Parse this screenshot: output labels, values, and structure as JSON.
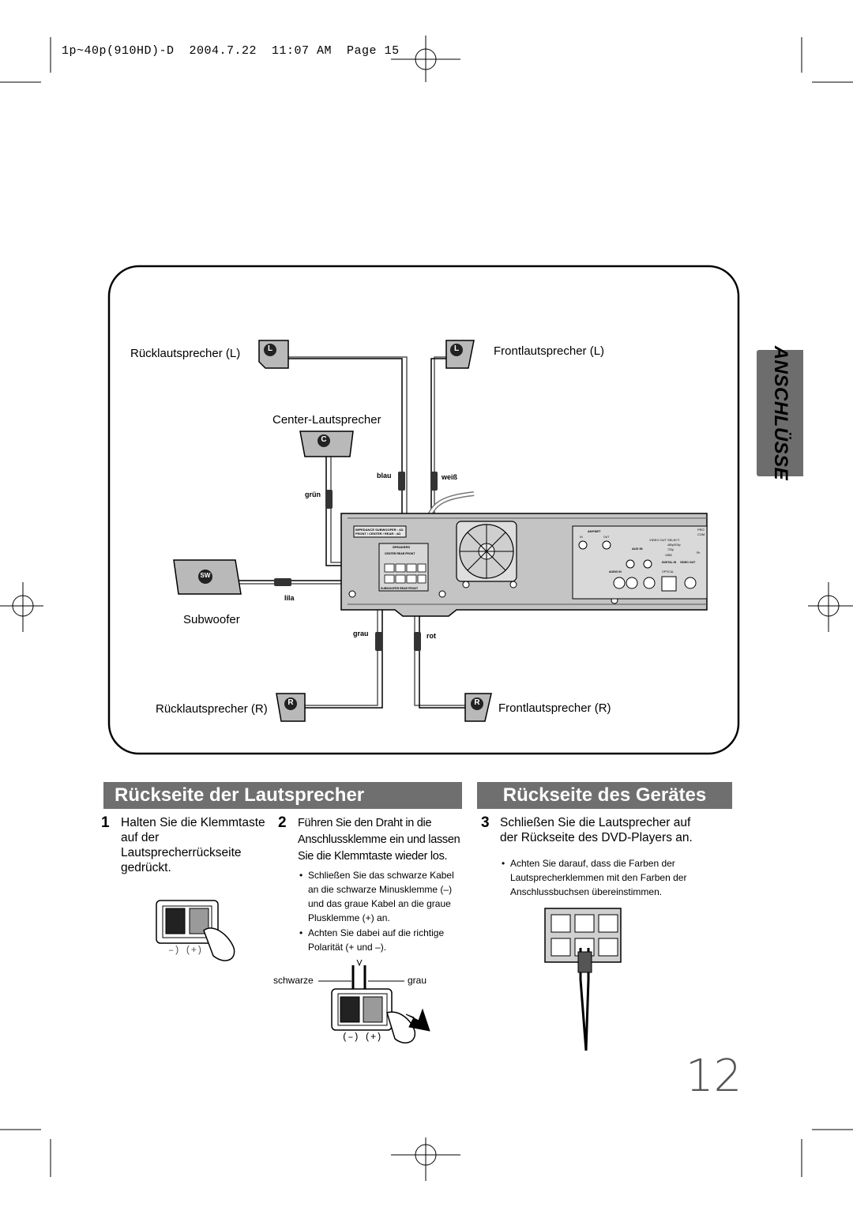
{
  "print_header": "1p~40p(910HD)-D  2004.7.22  11:07 AM  Page 15",
  "side_tab": "ANSCHLÜSSE",
  "diagram": {
    "rear_left_label": "Rücklautsprecher (L)",
    "front_left_label": "Frontlautsprecher (L)",
    "center_label": "Center-Lautsprecher",
    "subwoofer_label": "Subwoofer",
    "rear_right_label": "Rücklautsprecher (R)",
    "front_right_label": "Frontlautsprecher (R)",
    "badges": {
      "left": "L",
      "center": "C",
      "sub": "SW",
      "right": "R"
    },
    "wire_colors": {
      "blue": "blau",
      "white": "weiß",
      "green": "grün",
      "purple": "lila",
      "gray": "grau",
      "red": "rot"
    },
    "unit_labels": {
      "speakers": "SPEAKERS",
      "center": "CENTER",
      "rear": "REAR",
      "front": "FRONT",
      "subwoofer": "SUBWOOFER",
      "impedance": "IMPEDANCE",
      "impedance_sub": "SUBWOOFER : 4Ω",
      "impedance_front": "FRONT / CENTER / REAR : 4Ω",
      "anynet": "ANYNET",
      "anynet_in": "IN",
      "anynet_out": "OUT",
      "aux_in": "AUX IN",
      "video_out_select": "VIDEO OUT SELECT",
      "res_480": "480p/576p",
      "res_720": "720p",
      "res_1080": "1080i",
      "digital_in": "DIGITAL IN",
      "video_out": "VIDEO OUT",
      "optical": "OPTICAL",
      "audio_in": "AUDIO IN",
      "pro": "PRO",
      "com": "COM",
      "pb": "Pb"
    }
  },
  "left_section": {
    "title": "Rückseite der Lautsprecher",
    "step1": {
      "num": "1",
      "lines": [
        "Halten Sie die Klemmtaste",
        "auf der",
        "Lautsprecherrückseite",
        "gedrückt."
      ]
    },
    "step2": {
      "num": "2",
      "lines": [
        "Führen Sie den Draht in die",
        "Anschlussklemme ein und lassen",
        "Sie die Klemmtaste wieder los."
      ],
      "bullets": [
        [
          "Schließen Sie das schwarze Kabel",
          "an die schwarze Minusklemme (–)",
          "und das graue Kabel an die graue",
          "Plusklemme (+) an."
        ],
        [
          "Achten Sie dabei auf die richtige",
          "Polarität (+ und –)."
        ]
      ]
    },
    "polarity_label": "–) (+)",
    "polarity_label_full": "(–) (+)",
    "black_label": "schwarze",
    "gray_label": "grau"
  },
  "right_section": {
    "title": "Rückseite des Gerätes",
    "step3": {
      "num": "3",
      "lines": [
        "Schließen Sie die Lautsprecher auf",
        "der Rückseite des DVD-Players an."
      ],
      "bullets": [
        [
          "Achten Sie darauf, dass die Farben der",
          "Lautsprecherklemmen mit den Farben der",
          "Anschlussbuchsen übereinstimmen."
        ]
      ]
    }
  },
  "page_number": "12",
  "colors": {
    "band": "#6f6f6f",
    "tab": "#6d6d6d",
    "speaker": "#b9b9b9",
    "unit": "#c4c4c4"
  }
}
